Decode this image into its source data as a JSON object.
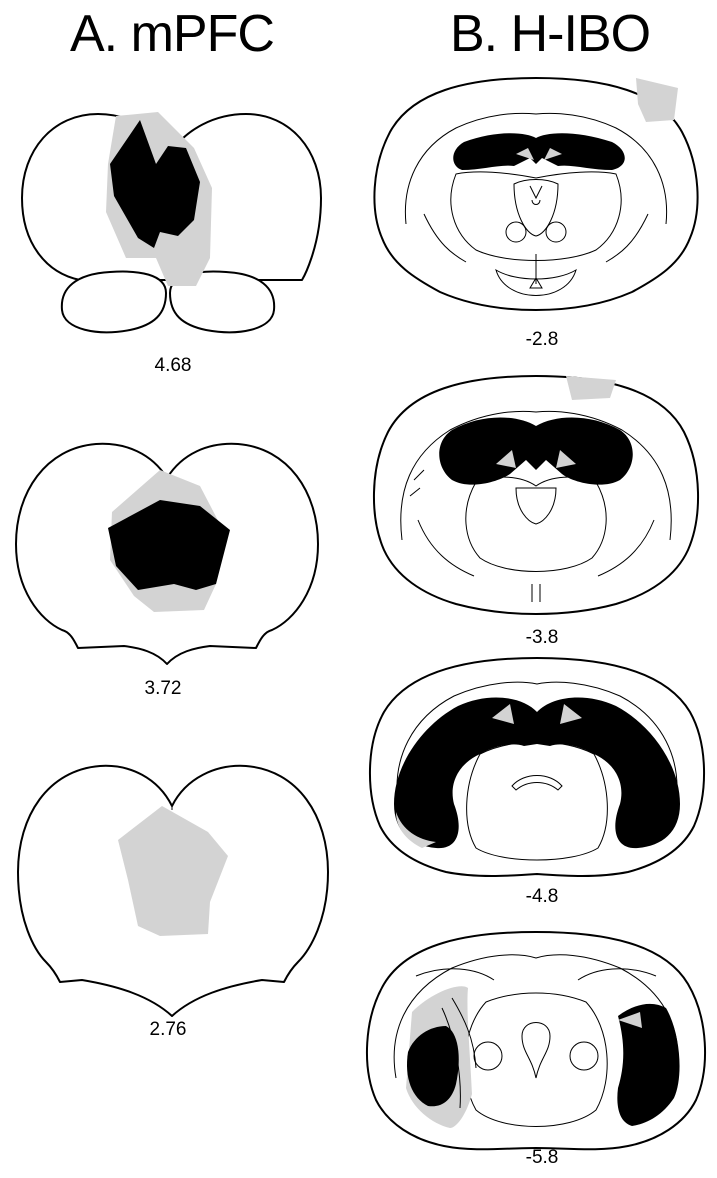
{
  "panels": {
    "a_title": "A. mPFC",
    "b_title": "B. H-IBO"
  },
  "sections_a": [
    {
      "coord": "4.68"
    },
    {
      "coord": "3.72"
    },
    {
      "coord": "2.76"
    }
  ],
  "sections_b": [
    {
      "coord": "-2.8"
    },
    {
      "coord": "-3.8"
    },
    {
      "coord": "-4.8"
    },
    {
      "coord": "-5.8"
    }
  ],
  "colors": {
    "lesion_max": "#000000",
    "lesion_min": "#d3d3d3",
    "outline": "#000000",
    "background": "#ffffff"
  }
}
